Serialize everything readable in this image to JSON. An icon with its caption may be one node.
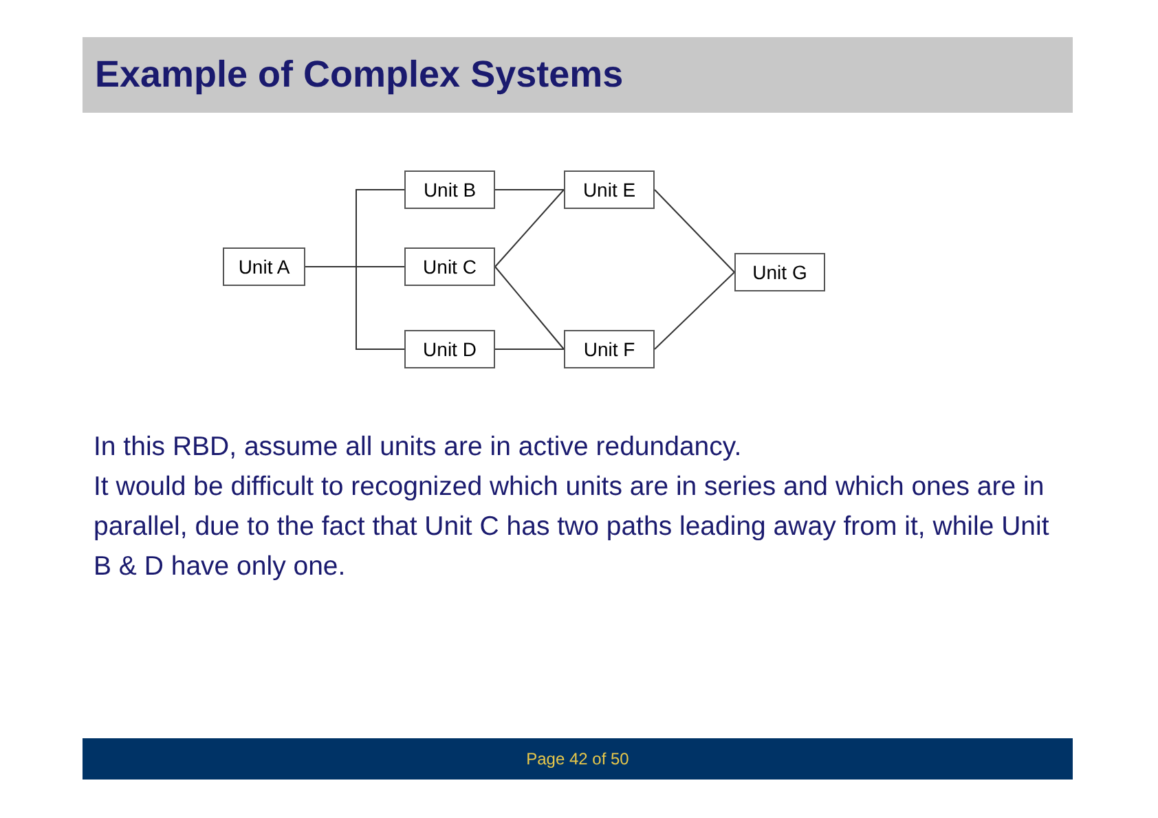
{
  "diagram": {
    "title": "Example of Complex Systems",
    "nodes": [
      {
        "text": [
          "Unit B"
        ]
      },
      {
        "text": [
          "Unit E"
        ]
      },
      {
        "text": [
          "Unit A"
        ]
      },
      {
        "text": [
          "Unit C"
        ]
      },
      {
        "text": [
          "Unit G"
        ]
      },
      {
        "text": [
          "Unit D"
        ]
      },
      {
        "text": [
          "Unit F"
        ]
      }
    ],
    "edges": [
      {
        "from": 2,
        "to": 0,
        "arrow": "none"
      },
      {
        "from": 2,
        "to": 3,
        "arrow": "none"
      },
      {
        "from": 2,
        "to": 5,
        "arrow": "none"
      },
      {
        "from": 0,
        "to": 1,
        "arrow": "none"
      },
      {
        "from": 3,
        "to": 1,
        "arrow": "none"
      },
      {
        "from": 3,
        "to": 6,
        "arrow": "none"
      },
      {
        "from": 5,
        "to": 6,
        "arrow": "none"
      },
      {
        "from": 1,
        "to": 4,
        "arrow": "none"
      },
      {
        "from": 6,
        "to": 4,
        "arrow": "none"
      }
    ],
    "labels": [
      "In this RBD, assume all units are in active redundancy.",
      "It would be difficult to recognized which units are in series and which ones are in parallel, due to the fact that Unit C has two paths leading away from it, while Unit B & D have only one.",
      "Page 42 of 50"
    ]
  }
}
